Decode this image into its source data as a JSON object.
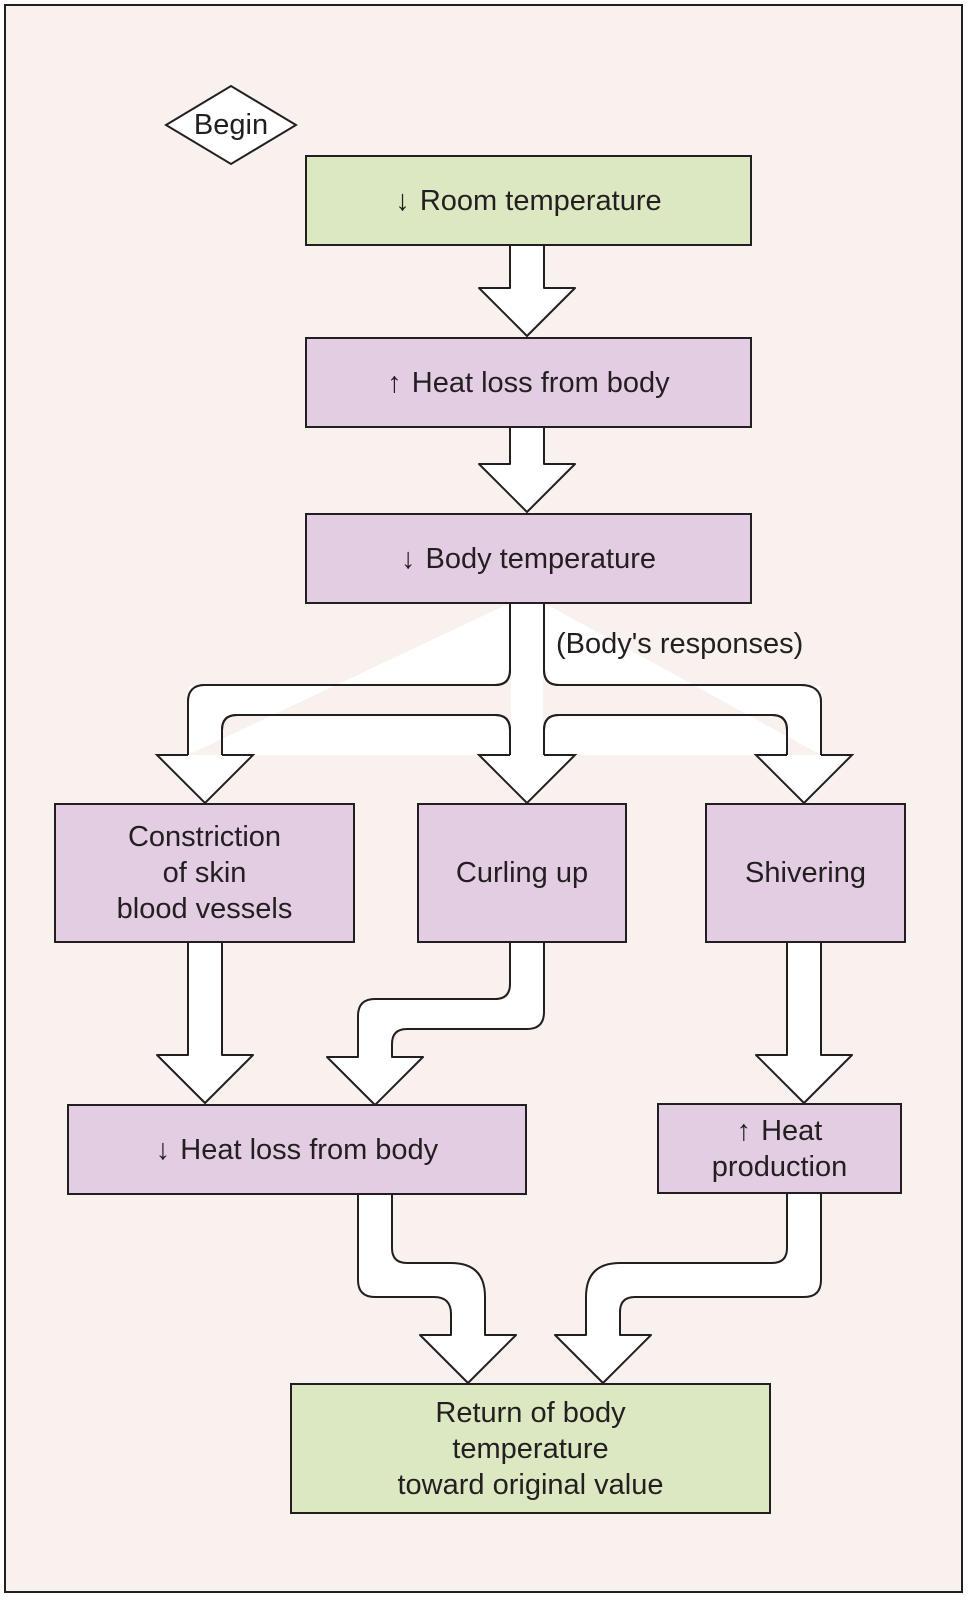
{
  "begin_label": "Begin",
  "colors": {
    "stimulus_fill": "#dce8c1",
    "response_fill": "#e3cde3",
    "background": "#f8f1ee",
    "stroke": "#231f20"
  },
  "nodes": {
    "room_temperature": {
      "arrow": "↓",
      "text": "Room temperature"
    },
    "heat_loss_up": {
      "arrow": "↑",
      "text": "Heat loss from body"
    },
    "body_temperature": {
      "arrow": "↓",
      "text": "Body temperature"
    },
    "constriction": {
      "text": "Constriction\nof skin\nblood vessels"
    },
    "curling": {
      "text": "Curling up"
    },
    "shivering": {
      "text": "Shivering"
    },
    "heat_loss_down": {
      "arrow": "↓",
      "text": "Heat loss from body"
    },
    "heat_production": {
      "line1_arrow": "↑",
      "line1_text": "Heat",
      "line2_text": "production"
    },
    "return": {
      "text": "Return of body\ntemperature\ntoward original value"
    }
  },
  "responses_label": "(Body's responses)"
}
